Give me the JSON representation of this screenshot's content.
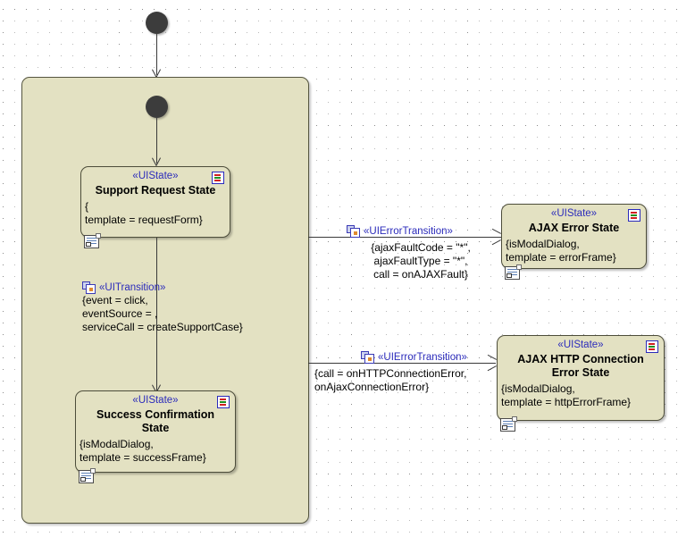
{
  "diagram": {
    "type": "uml-state-machine",
    "title": "",
    "colors": {
      "state_fill": "#e3e1c2",
      "state_border": "#4d4d3a",
      "stereotype_text": "#2b2bbb",
      "connector": "#3a3a3a",
      "canvas": "#ffffff",
      "initial_node": "#3c3c3c"
    }
  },
  "nodes": {
    "initial_outer": {
      "name": "initial-pseudostate-outer",
      "label": ""
    },
    "initial_inner": {
      "name": "initial-pseudostate-inner",
      "label": ""
    },
    "composite": {
      "name": "composite-state",
      "label": ""
    },
    "support_request": {
      "stereotype": "«UIState»",
      "name": "Support Request State",
      "props": "{\ntemplate = requestForm}"
    },
    "success_confirmation": {
      "stereotype": "«UIState»",
      "name": "Success Confirmation\nState",
      "props": "{isModalDialog,\ntemplate = successFrame}"
    },
    "ajax_error": {
      "stereotype": "«UIState»",
      "name": "AJAX Error State",
      "props": "{isModalDialog,\ntemplate = errorFrame}"
    },
    "ajax_http_error": {
      "stereotype": "«UIState»",
      "name": "AJAX HTTP Connection\nError State",
      "props": "{isModalDialog,\ntemplate = httpErrorFrame}"
    }
  },
  "transitions": {
    "ui_transition": {
      "stereotype": "«UITransition»",
      "props": "{event = click,\neventSource = ,\nserviceCall = createSupportCase}"
    },
    "error_transition_1": {
      "stereotype": "«UIErrorTransition»",
      "props": "{ajaxFaultCode = \"*\",\najaxFaultType = \"*\",\ncall = onAJAXFault}"
    },
    "error_transition_2": {
      "stereotype": "«UIErrorTransition»",
      "props": "{call = onHTTPConnectionError,\nonAjaxConnectionError}"
    }
  }
}
